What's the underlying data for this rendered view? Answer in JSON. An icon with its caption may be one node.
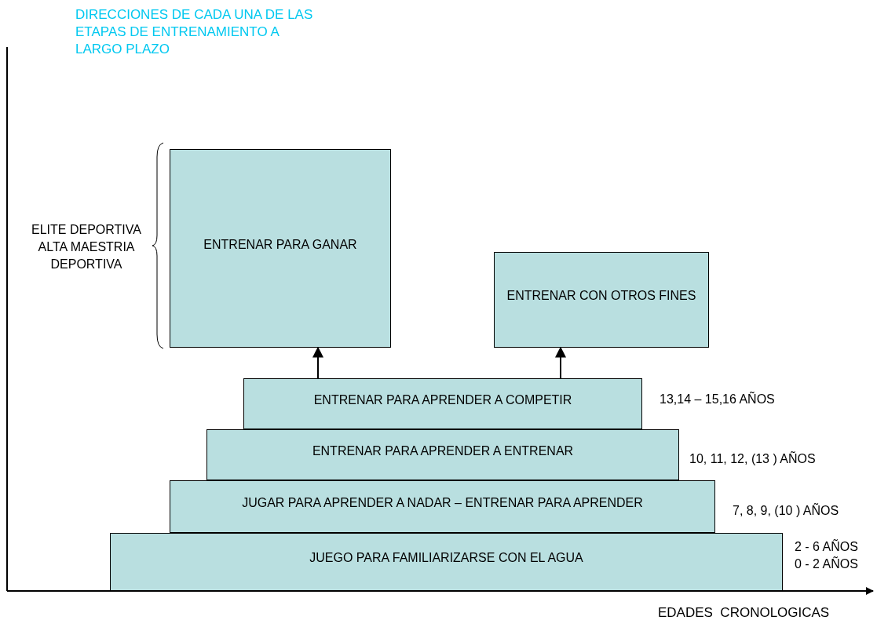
{
  "diagram": {
    "nodes": [
      {
        "text": [
          "ENTRENAR PARA GANAR"
        ],
        "beside": [
          "ELITE DEPORTIVA ALTA MAESTRIA DEPORTIVA"
        ]
      },
      {
        "text": [
          "ENTRENAR CON OTROS FINES"
        ]
      },
      {
        "text": [
          "ENTRENAR PARA APRENDER A COMPETIR"
        ],
        "beside": [
          "13,14 – 15,16 AÑOS"
        ]
      },
      {
        "text": [
          "ENTRENAR PARA APRENDER A ENTRENAR"
        ],
        "beside": [
          "10, 11, 12, (13 ) AÑOS"
        ]
      },
      {
        "text": [
          "JUGAR PARA APRENDER A NADAR – ENTRENAR PARA APRENDER"
        ],
        "beside": [
          "7, 8, 9, (10 ) AÑOS"
        ]
      },
      {
        "text": [
          "JUEGO PARA FAMILIARIZARSE  CON EL AGUA"
        ],
        "beside": [
          "2 - 6 AÑOS",
          "0 - 2 AÑOS"
        ]
      }
    ],
    "edges": [
      {
        "from": 2,
        "to": 0,
        "arrow": "to"
      },
      {
        "from": 2,
        "to": 1,
        "arrow": "to"
      }
    ],
    "labels": [
      "DIRECCIONES DE CADA UNA DE LAS ETAPAS DE ENTRENAMIENTO A LARGO PLAZO",
      "EDADES  CRONOLOGICAS"
    ]
  }
}
